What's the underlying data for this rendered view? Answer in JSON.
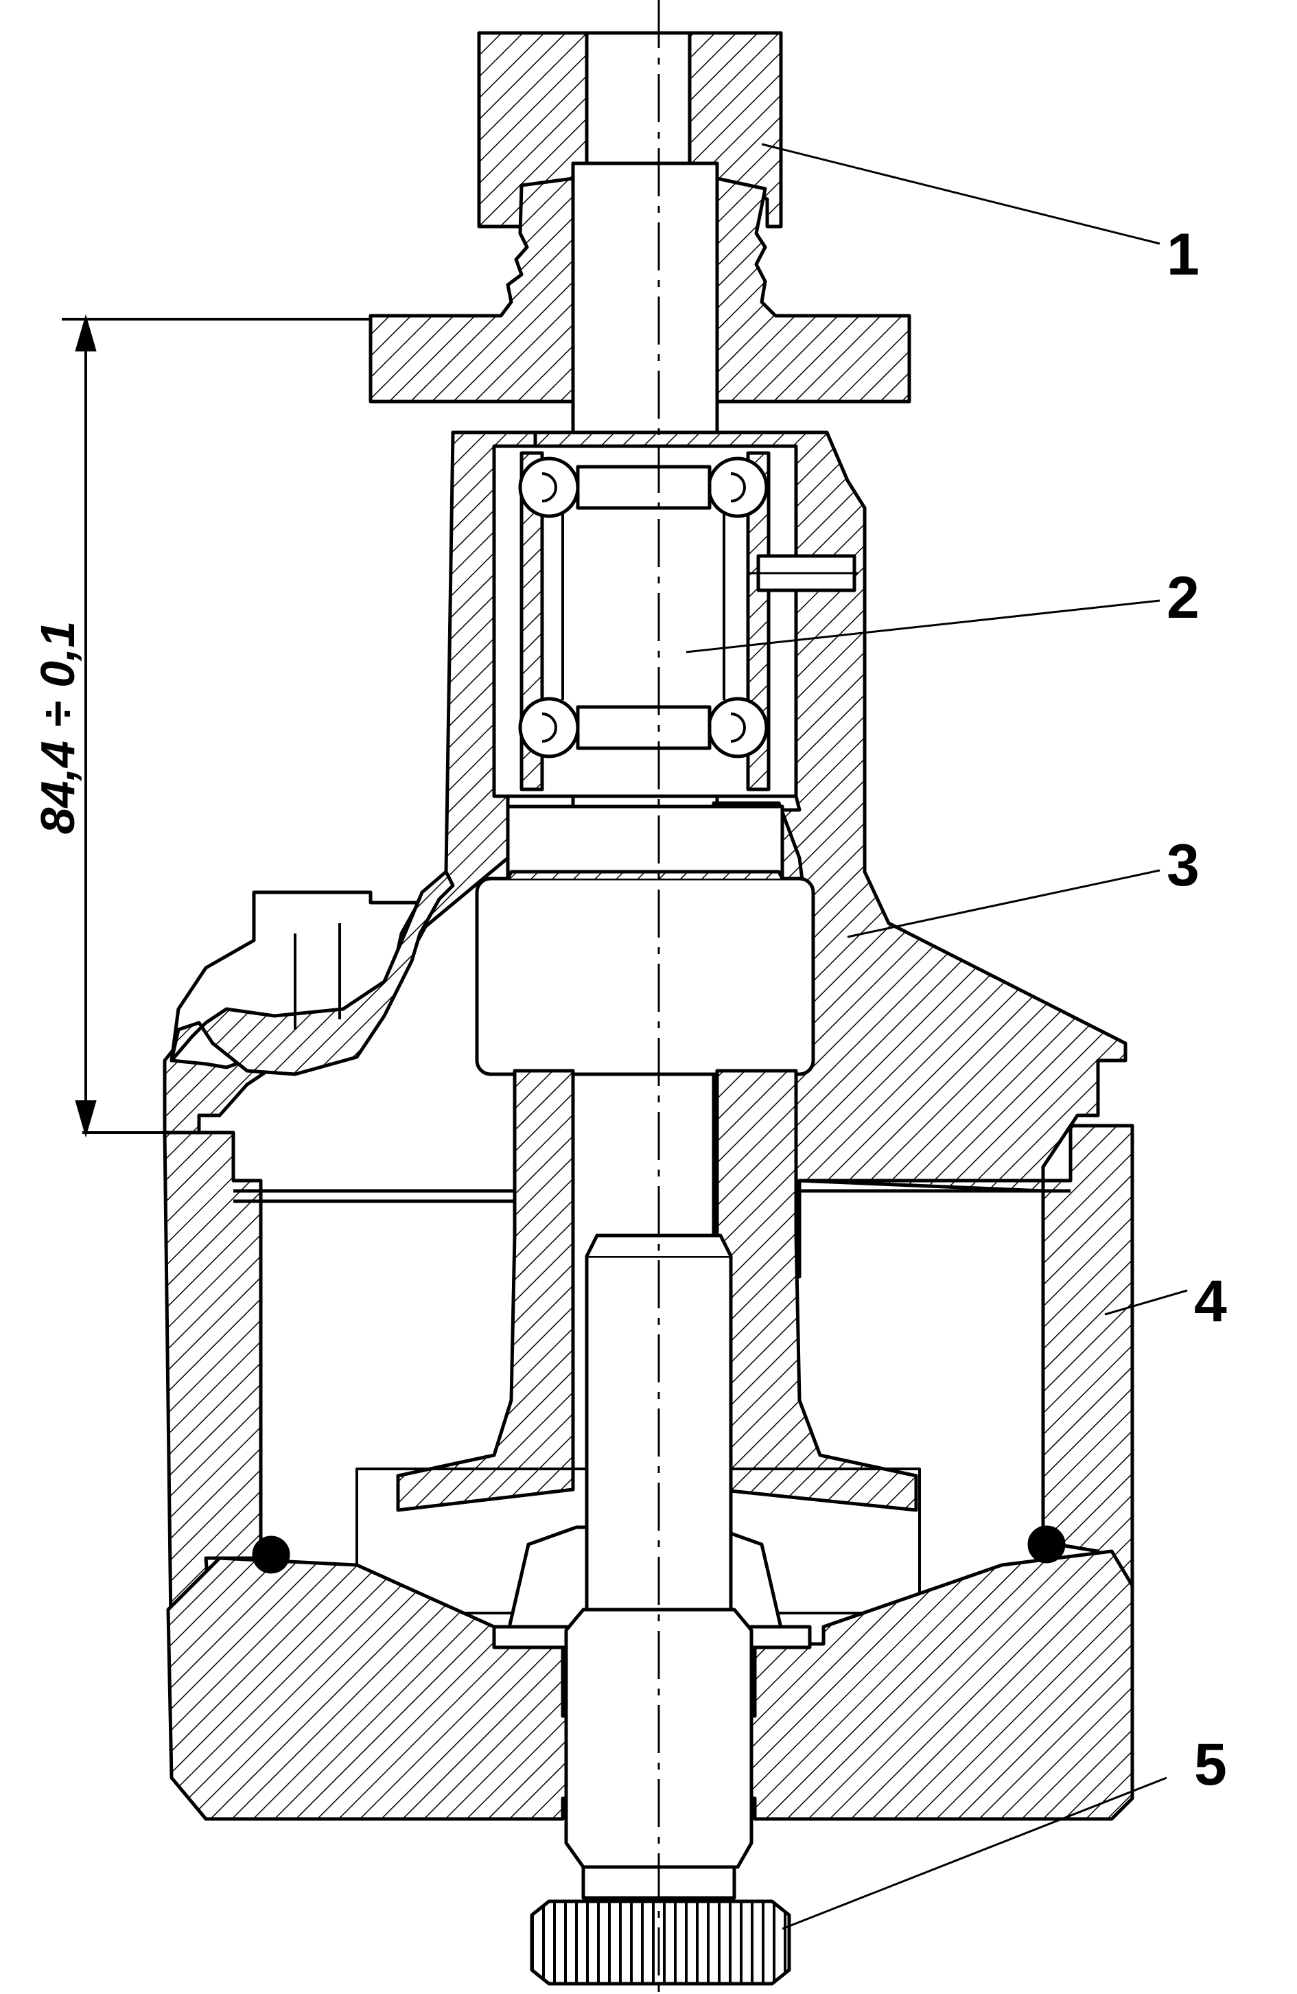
{
  "dimension": {
    "label": "84,4 ÷ 0,1"
  },
  "callouts": [
    {
      "number": "1"
    },
    {
      "number": "2"
    },
    {
      "number": "3"
    },
    {
      "number": "4"
    },
    {
      "number": "5"
    }
  ],
  "colors": {
    "ink": "#000000",
    "paper": "#ffffff"
  }
}
